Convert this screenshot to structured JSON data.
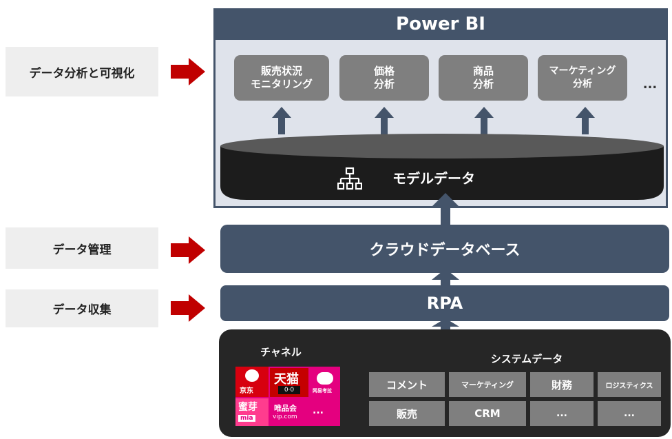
{
  "left_labels": {
    "visualization": "データ分析と可視化",
    "management": "データ管理",
    "collection": "データ収集"
  },
  "powerbi": {
    "title": "Power BI",
    "analyses": [
      {
        "line1": "販売状況",
        "line2": "モニタリング"
      },
      {
        "line1": "価格",
        "line2": "分析"
      },
      {
        "line1": "商品",
        "line2": "分析"
      },
      {
        "line1": "マーケティング",
        "line2": "分析"
      }
    ],
    "more": "...",
    "model_label": "モデルデータ",
    "model_icon": "hierarchy-icon"
  },
  "cloud_db": "クラウドデータベース",
  "rpa": "RPA",
  "sources": {
    "channel_title": "チャネル",
    "system_title": "システムデータ",
    "channel_logos": {
      "jd": "京东",
      "tmall": "天猫",
      "tmall_sub": "0·0",
      "netease": "网易考拉",
      "mia": "蜜芽",
      "mia_sub": "mia",
      "vip": "唯品会",
      "vip_sub": "vip.com",
      "more": "..."
    },
    "system_cells": [
      "コメント",
      "マーケティング",
      "財務",
      "ロジスティクス",
      "販売",
      "CRM",
      "...",
      "..."
    ]
  },
  "colors": {
    "navy": "#44546a",
    "red_arrow": "#c00000",
    "gray_box": "#7f7f7f",
    "dark_panel": "#262626"
  }
}
